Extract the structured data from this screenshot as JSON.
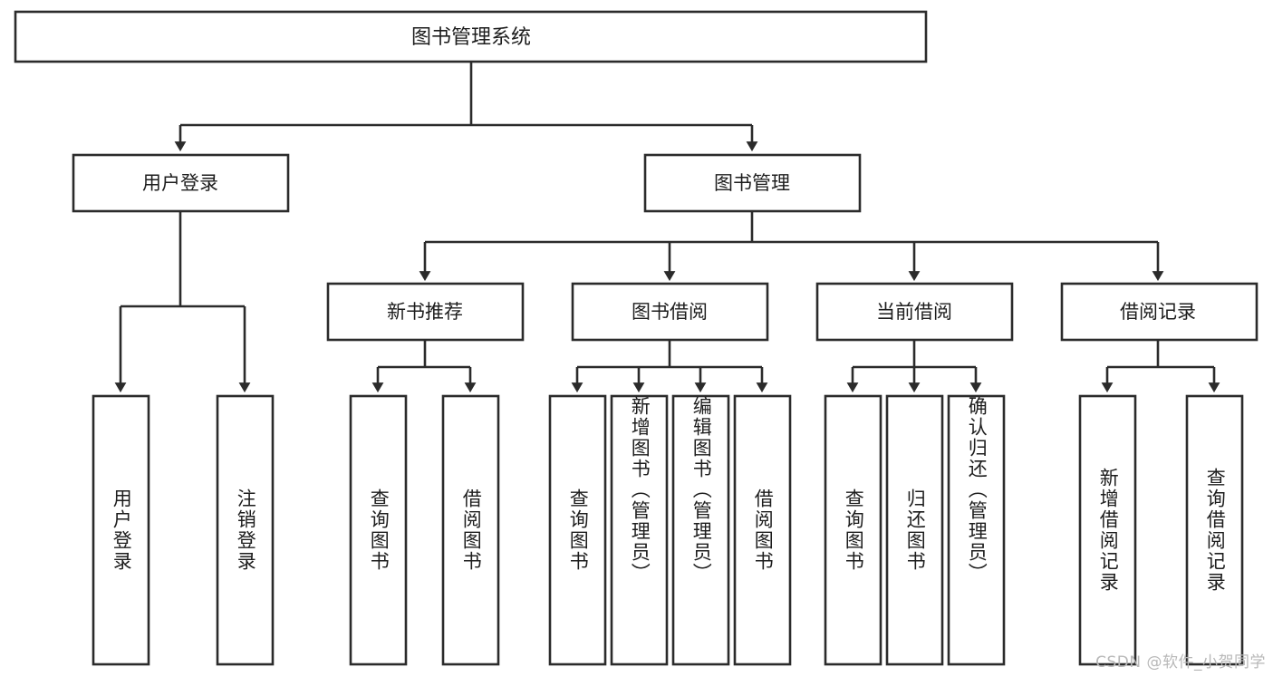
{
  "diagram": {
    "title": "图书管理系统",
    "watermark": "CSDN @软件_小贺同学",
    "colors": {
      "stroke": "#2b2b2b",
      "fill": "#ffffff",
      "text": "#1d1d1d",
      "watermark": "#b8b8b8",
      "background": "#ffffff"
    },
    "levels": {
      "root": {
        "label": "图书管理系统"
      },
      "level2": [
        {
          "label": "用户登录"
        },
        {
          "label": "图书管理"
        }
      ],
      "level3": [
        {
          "label": "新书推荐"
        },
        {
          "label": "图书借阅"
        },
        {
          "label": "当前借阅"
        },
        {
          "label": "借阅记录"
        }
      ],
      "leaves": {
        "user_login": [
          {
            "label": "用户登录"
          },
          {
            "label": "注销登录"
          }
        ],
        "new_book_recommend": [
          {
            "label": "查询图书"
          },
          {
            "label": "借阅图书"
          }
        ],
        "book_borrow": [
          {
            "label": "查询图书"
          },
          {
            "label": "新增图书（管理员）"
          },
          {
            "label": "编辑图书（管理员）"
          },
          {
            "label": "借阅图书"
          }
        ],
        "current_borrow": [
          {
            "label": "查询图书"
          },
          {
            "label": "归还图书"
          },
          {
            "label": "确认归还（管理员）"
          }
        ],
        "borrow_record": [
          {
            "label": "新增借阅记录"
          },
          {
            "label": "查询借阅记录"
          }
        ]
      }
    }
  }
}
